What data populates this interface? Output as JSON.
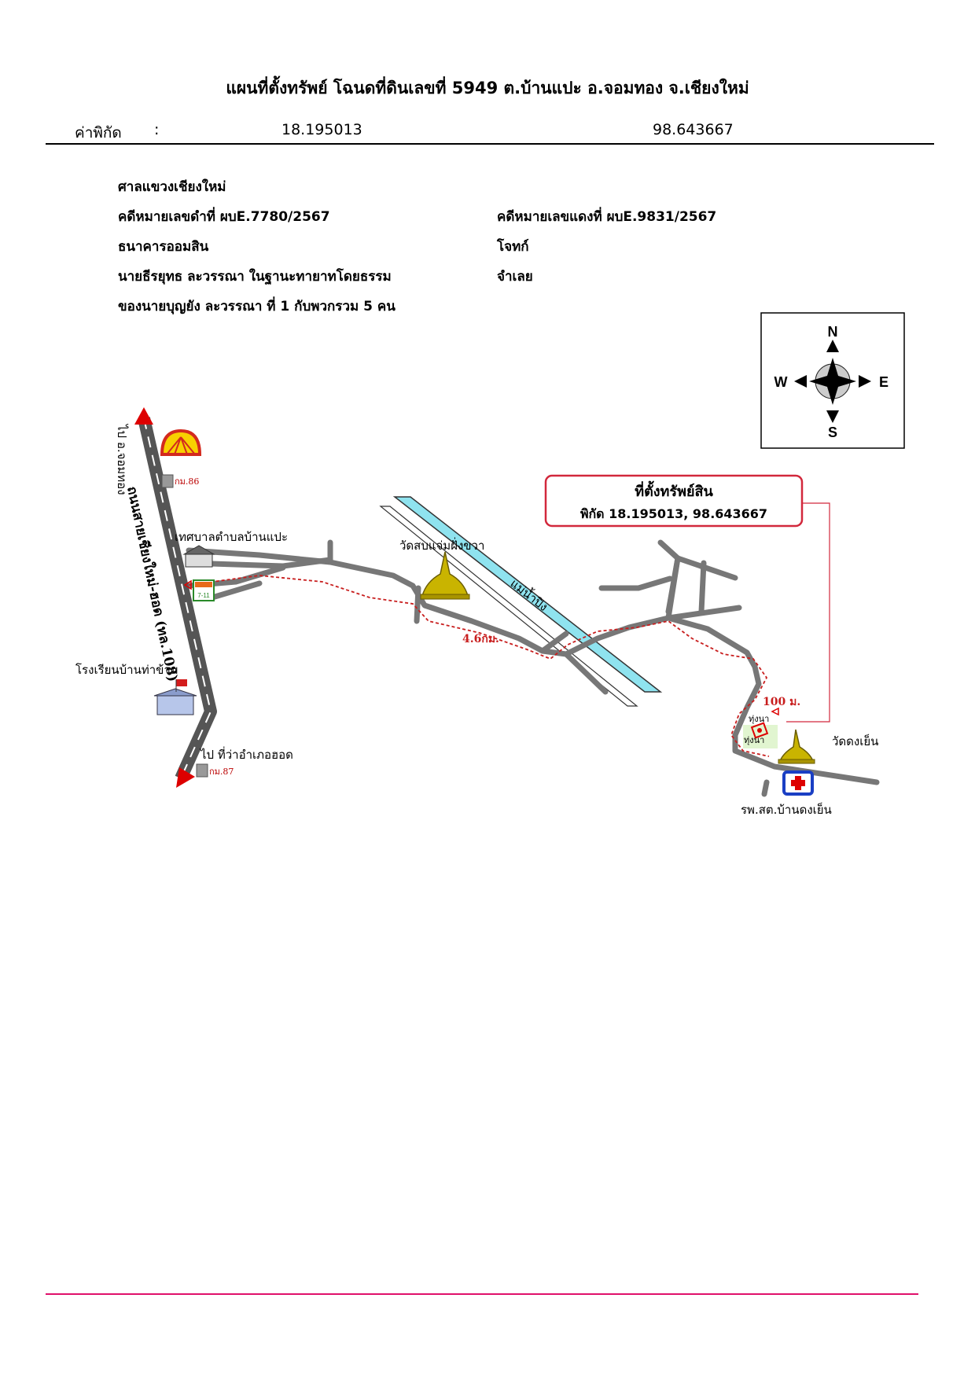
{
  "header": {
    "title": "แผนที่ตั้งทรัพย์ โฉนดที่ดินเลขที่ 5949 ต.บ้านแปะ อ.จอมทอง จ.เชียงใหม่",
    "coord_label": "ค่าพิกัด",
    "coord_sep": ":",
    "latitude": "18.195013",
    "longitude": "98.643667"
  },
  "case": {
    "court": "ศาลแขวงเชียงใหม่",
    "black_case": "คดีหมายเลขดำที่ ผบE.7780/2567",
    "red_case": "คดีหมายเลขแดงที่ ผบE.9831/2567",
    "plaintiff": "ธนาคารออมสิน",
    "plaintiff_role": "โจทก์",
    "defendant": "นายธีรยุทธ  ละวรรณา ในฐานะทายาทโดยธรรม",
    "defendant_role": "จำเลย",
    "defendant_of": "ของนายบุญยัง ละวรรณา ที่ 1 กับพวกรวม 5 คน"
  },
  "compass": {
    "n": "N",
    "s": "S",
    "e": "E",
    "w": "W"
  },
  "map": {
    "callout_title": "ที่ตั้งทรัพย์สิน",
    "callout_coords": "พิกัด 18.195013, 98.643667",
    "highway_label": "ถนนสายเชียงใหม่-ฮอด (ทล.108)",
    "to_jomthong": "ไป อ.จอมทอง",
    "to_hot": "ไป ที่ว่าอำเภอฮอด",
    "km86": "กม.86",
    "km87": "กม.87",
    "municipality": "เทศบาลตำบลบ้านแปะ",
    "temple_1": "วัดสบแจ่มฝั่งขวา",
    "river": "แม่น้ำปิง",
    "school": "โรงเรียนบ้านท่าข้าม",
    "distance_1": "4.6กม.",
    "distance_2": "100 ม.",
    "field_1": "ทุ่งนา",
    "field_2": "ทุ่งนา",
    "temple_2": "วัดดงเย็น",
    "hospital": "รพ.สต.บ้านดงเย็น",
    "store_label": "7-11",
    "colors": {
      "road": "#777777",
      "route": "#c81e1e",
      "river": "#8fe3ef",
      "callout": "#d2283c",
      "temple": "#c9b400",
      "hospital": "#1a3fc4"
    }
  }
}
